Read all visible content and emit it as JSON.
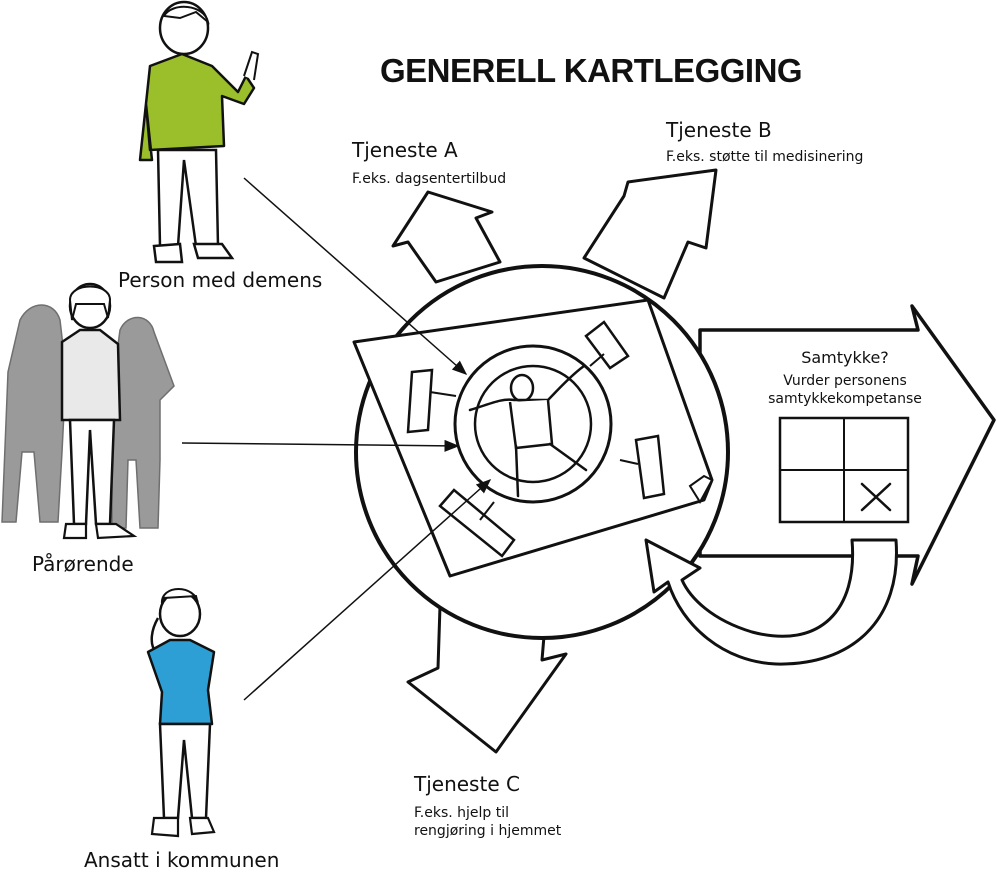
{
  "title": "GENERELL KARTLEGGING",
  "actors": {
    "person": "Person med demens",
    "relatives": "Pårørende",
    "employee": "Ansatt i kommunen"
  },
  "services": {
    "a": {
      "name": "Tjeneste A",
      "example": "F.eks. dagsentertilbud"
    },
    "b": {
      "name": "Tjeneste B",
      "example": "F.eks. støtte til medisinering"
    },
    "c": {
      "name": "Tjeneste C",
      "example_line1": "F.eks. hjelp til",
      "example_line2": "rengjøring i hjemmet"
    }
  },
  "consent": {
    "question": "Samtykke?",
    "line1": "Vurder personens",
    "line2": "samtykkekompetanse"
  },
  "colors": {
    "person_jacket": "#9bbf2a",
    "employee_shirt": "#2e9fd4",
    "background_figures": "#9a9a9a",
    "outline": "#111111"
  }
}
